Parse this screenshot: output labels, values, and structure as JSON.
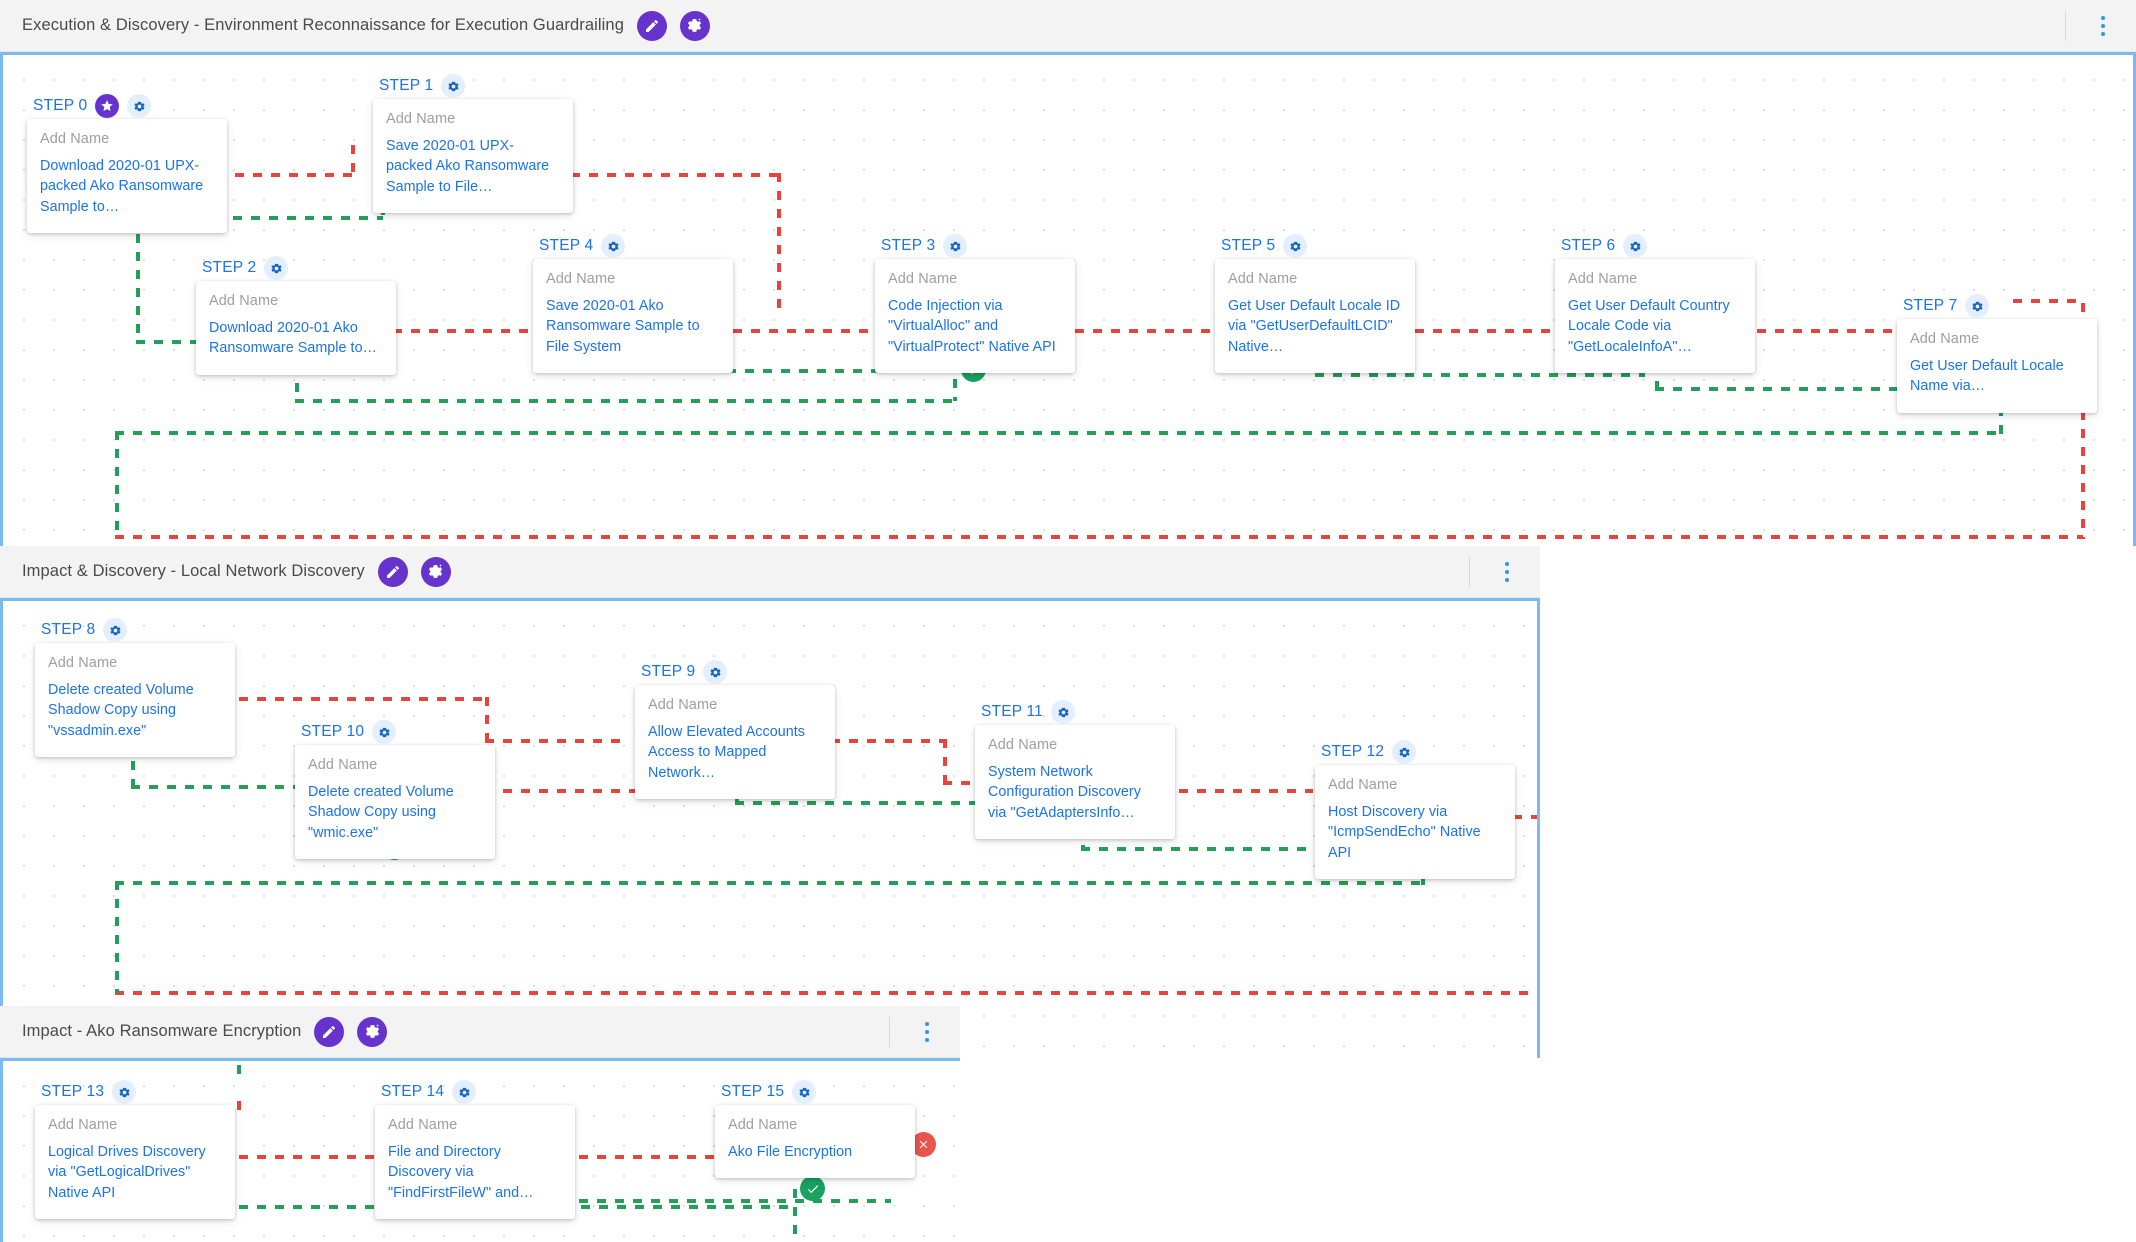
{
  "sections": [
    {
      "id": "section-execution-discovery",
      "title": "Execution & Discovery - Environment Reconnaissance for Execution Guardrailing",
      "edit_icon": "pencil-icon",
      "magic_icon": "magic-gear-icon",
      "menu_icon": "kebab-menu-icon",
      "steps": [
        {
          "label": "STEP 0",
          "placeholder": "Add Name",
          "desc": "Download 2020-01 UPX-packed Ako Ransomware Sample to…",
          "badges": [
            "star-badge",
            "gear-badge"
          ]
        },
        {
          "label": "STEP 1",
          "placeholder": "Add Name",
          "desc": "Save 2020-01 UPX-packed Ako Ransomware Sample to File…",
          "badges": [
            "gear-badge"
          ]
        },
        {
          "label": "STEP 2",
          "placeholder": "Add Name",
          "desc": "Download 2020-01 Ako Ransomware Sample to…",
          "badges": [
            "gear-badge"
          ]
        },
        {
          "label": "STEP 4",
          "placeholder": "Add Name",
          "desc": "Save 2020-01 Ako Ransomware Sample to File System",
          "badges": [
            "gear-badge"
          ]
        },
        {
          "label": "STEP 3",
          "placeholder": "Add Name",
          "desc": "Code Injection via \"VirtualAlloc\" and \"VirtualProtect\" Native API",
          "badges": [
            "gear-badge"
          ]
        },
        {
          "label": "STEP 5",
          "placeholder": "Add Name",
          "desc": "Get User Default Locale ID via \"GetUserDefaultLCID\" Native…",
          "badges": [
            "gear-badge"
          ]
        },
        {
          "label": "STEP 6",
          "placeholder": "Add Name",
          "desc": "Get User Default Country Locale Code via \"GetLocaleInfoA\"…",
          "badges": [
            "gear-badge"
          ]
        },
        {
          "label": "STEP 7",
          "placeholder": "Add Name",
          "desc": "Get User Default Locale Name via…",
          "badges": [
            "gear-badge"
          ]
        }
      ]
    },
    {
      "id": "section-impact-discovery",
      "title": "Impact & Discovery - Local Network Discovery",
      "edit_icon": "pencil-icon",
      "magic_icon": "magic-gear-icon",
      "menu_icon": "kebab-menu-icon",
      "steps": [
        {
          "label": "STEP 8",
          "placeholder": "Add Name",
          "desc": "Delete created Volume Shadow Copy using \"vssadmin.exe\"",
          "badges": [
            "gear-badge"
          ]
        },
        {
          "label": "STEP 10",
          "placeholder": "Add Name",
          "desc": "Delete created Volume Shadow Copy using \"wmic.exe\"",
          "badges": [
            "gear-badge"
          ]
        },
        {
          "label": "STEP 9",
          "placeholder": "Add Name",
          "desc": "Allow Elevated Accounts Access to Mapped Network…",
          "badges": [
            "gear-badge"
          ]
        },
        {
          "label": "STEP 11",
          "placeholder": "Add Name",
          "desc": "System Network Configuration Discovery via \"GetAdaptersInfo…",
          "badges": [
            "gear-badge"
          ]
        },
        {
          "label": "STEP 12",
          "placeholder": "Add Name",
          "desc": "Host Discovery via \"IcmpSendEcho\" Native API",
          "badges": [
            "gear-badge"
          ]
        }
      ]
    },
    {
      "id": "section-impact-encryption",
      "title": "Impact - Ako Ransomware Encryption",
      "edit_icon": "pencil-icon",
      "magic_icon": "magic-gear-icon",
      "menu_icon": "kebab-menu-icon",
      "steps": [
        {
          "label": "STEP 13",
          "placeholder": "Add Name",
          "desc": "Logical Drives Discovery via \"GetLogicalDrives\" Native API",
          "badges": [
            "gear-badge"
          ]
        },
        {
          "label": "STEP 14",
          "placeholder": "Add Name",
          "desc": "File and Directory Discovery via \"FindFirstFileW\" and…",
          "badges": [
            "gear-badge"
          ]
        },
        {
          "label": "STEP 15",
          "placeholder": "Add Name",
          "desc": "Ako File Encryption",
          "badges": [
            "gear-badge"
          ]
        }
      ]
    }
  ],
  "status_pips": [
    {
      "name": "status-success-step3",
      "type": "success",
      "icon": "check-icon"
    },
    {
      "name": "status-success-step10",
      "type": "success",
      "icon": "check-icon"
    },
    {
      "name": "status-error-step15",
      "type": "error",
      "icon": "close-icon"
    },
    {
      "name": "status-success-step15",
      "type": "success",
      "icon": "check-icon"
    }
  ],
  "colors": {
    "accent_purple": "#6633cc",
    "link_blue": "#1a73e8",
    "edge_red": "#e8433c",
    "edge_green": "#22a05a",
    "canvas_border": "#7cb9f0",
    "header_bg": "#f3f3f3"
  }
}
